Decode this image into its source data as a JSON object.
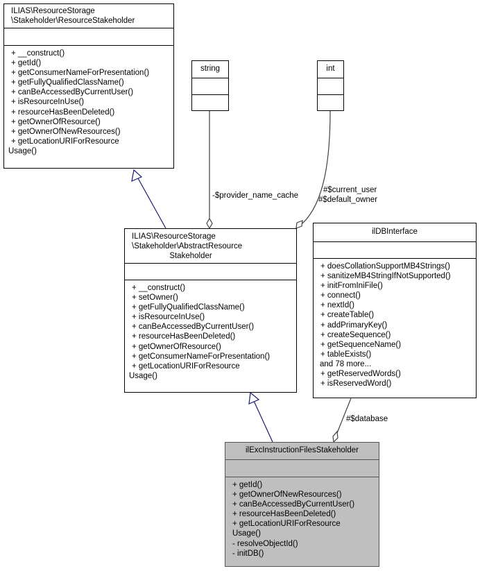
{
  "classes": {
    "resource_stakeholder": {
      "title": "ILIAS\\ResourceStorage\n\\Stakeholder\\ResourceStakeholder",
      "methods": [
        "+ __construct()",
        "+ getId()",
        "+ getConsumerNameForPresentation()",
        "+ getFullyQualifiedClassName()",
        "+ canBeAccessedByCurrentUser()",
        "+ isResourceInUse()",
        "+ resourceHasBeenDeleted()",
        "+ getOwnerOfResource()",
        "+ getOwnerOfNewResources()",
        "+ getLocationURIForResource",
        "Usage()"
      ]
    },
    "string_type": {
      "title": "string"
    },
    "int_type": {
      "title": "int"
    },
    "abstract_stakeholder": {
      "title": "ILIAS\\ResourceStorage\n\\Stakeholder\\AbstractResource\n                 Stakeholder",
      "methods": [
        "+ __construct()",
        "+ setOwner()",
        "+ getFullyQualifiedClassName()",
        "+ isResourceInUse()",
        "+ canBeAccessedByCurrentUser()",
        "+ resourceHasBeenDeleted()",
        "+ getOwnerOfResource()",
        "+ getConsumerNameForPresentation()",
        "+ getLocationURIForResource",
        "Usage()"
      ]
    },
    "db_interface": {
      "title": "ilDBInterface",
      "methods": [
        "+ doesCollationSupportMB4Strings()",
        "+ sanitizeMB4StringIfNotSupported()",
        "+ initFromIniFile()",
        "+ connect()",
        "+ nextId()",
        "+ createTable()",
        "+ addPrimaryKey()",
        "+ createSequence()",
        "+ getSequenceName()",
        "+ tableExists()",
        "and 78 more...",
        "+ getReservedWords()",
        "+ isReservedWord()"
      ]
    },
    "exc_stakeholder": {
      "title": "ilExcInstructionFilesStakeholder",
      "methods": [
        "+ getId()",
        "+ getOwnerOfNewResources()",
        "+ canBeAccessedByCurrentUser()",
        "+ resourceHasBeenDeleted()",
        "+ getLocationURIForResource",
        "Usage()",
        "- resolveObjectId()",
        "- initDB()"
      ]
    }
  },
  "edge_labels": {
    "provider_name_cache": "-$provider_name_cache",
    "current_user": "#$current_user",
    "default_owner": "#$default_owner",
    "database": "#$database"
  },
  "colors": {
    "inheritance_edge": "#191970",
    "member_edge": "#404040",
    "highlight_fill": "#bfbfbf"
  }
}
